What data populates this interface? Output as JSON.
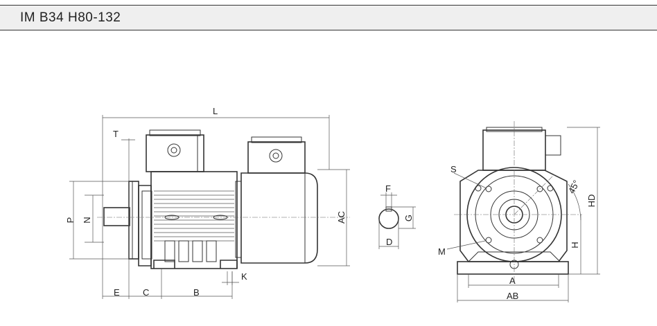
{
  "header": {
    "title": "IM B34 H80-132"
  },
  "dimensions": {
    "L": "L",
    "T": "T",
    "P": "P",
    "N": "N",
    "E": "E",
    "C": "C",
    "B": "B",
    "K": "K",
    "AC": "AC",
    "F": "F",
    "G": "G",
    "D": "D",
    "S": "S",
    "M": "M",
    "A": "A",
    "AB": "AB",
    "H": "H",
    "HD": "HD",
    "angle": "45°"
  }
}
